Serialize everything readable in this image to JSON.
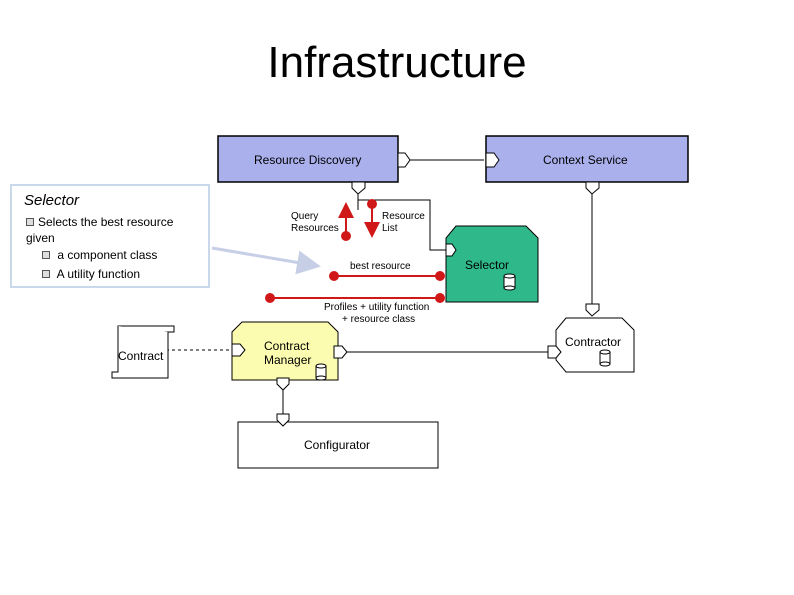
{
  "title": "Infrastructure",
  "components": {
    "resource_discovery": "Resource Discovery",
    "context_service": "Context Service",
    "selector": "Selector",
    "contract_manager": [
      "Contract",
      "Manager"
    ],
    "contractor": "Contractor",
    "configurator": "Configurator",
    "contract": "Contract"
  },
  "arrows": {
    "query_resources": [
      "Query",
      "Resources"
    ],
    "resource_list": [
      "Resource",
      "List"
    ],
    "best_resource": "best resource",
    "profiles": [
      "Profiles + utility function",
      "+ resource class"
    ]
  },
  "callout": {
    "heading": "Selector",
    "line1": "Selects the best resource",
    "line2": "given",
    "item1": "a component class",
    "item2": "A utility function"
  },
  "colors": {
    "discovery_fill": "#aab0ec",
    "selector_fill": "#2fb98a",
    "manager_fill": "#fcfcb0",
    "arrow_red": "#d01818",
    "connector": "#999999"
  }
}
